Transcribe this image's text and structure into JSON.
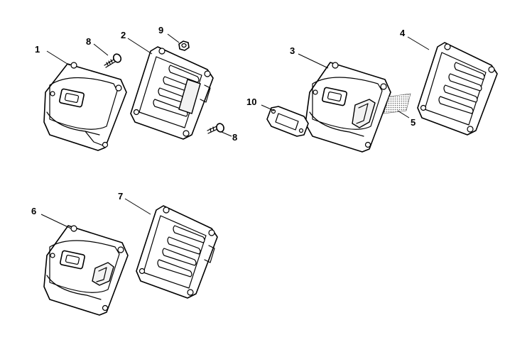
{
  "callouts": {
    "c1": "1",
    "c2": "2",
    "c3": "3",
    "c4": "4",
    "c5": "5",
    "c6": "6",
    "c7": "7",
    "c8a": "8",
    "c8b": "8",
    "c9": "9",
    "c10": "10"
  },
  "colors": {
    "line": "#000000",
    "background": "#ffffff"
  }
}
